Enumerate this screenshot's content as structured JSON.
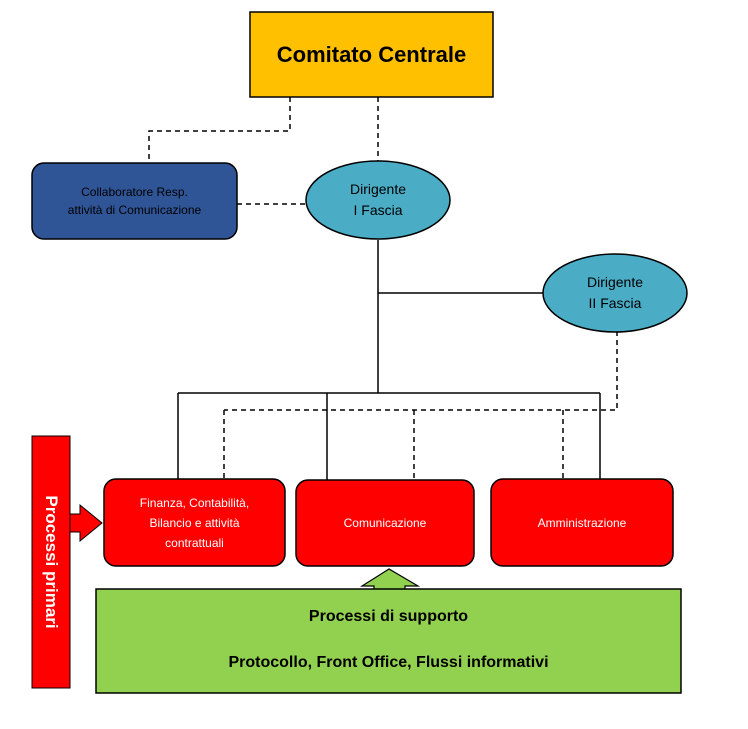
{
  "nodes": {
    "comitato": "Comitato Centrale",
    "collaboratore": "Collaboratore Resp.\nattività di Comunicazione",
    "dirigente1": "Dirigente\nI Fascia",
    "dirigente2": "Dirigente\nII Fascia",
    "finanza": "Finanza, Contabilità,\nBilancio e attività\ncontrattuali",
    "comunicazione": "Comunicazione",
    "amministrazione": "Amministrazione"
  },
  "processi_primari": "Processi primari",
  "supporto": {
    "title": "Processi di supporto",
    "items": "Protocollo, Front Office, Flussi informativi"
  },
  "colors": {
    "comitato_fill": "#ffc000",
    "collaboratore_fill": "#2f5597",
    "dirigente_fill": "#4bacc6",
    "process_fill": "#ff0000",
    "supporto_fill": "#92d050",
    "border": "#000000"
  }
}
